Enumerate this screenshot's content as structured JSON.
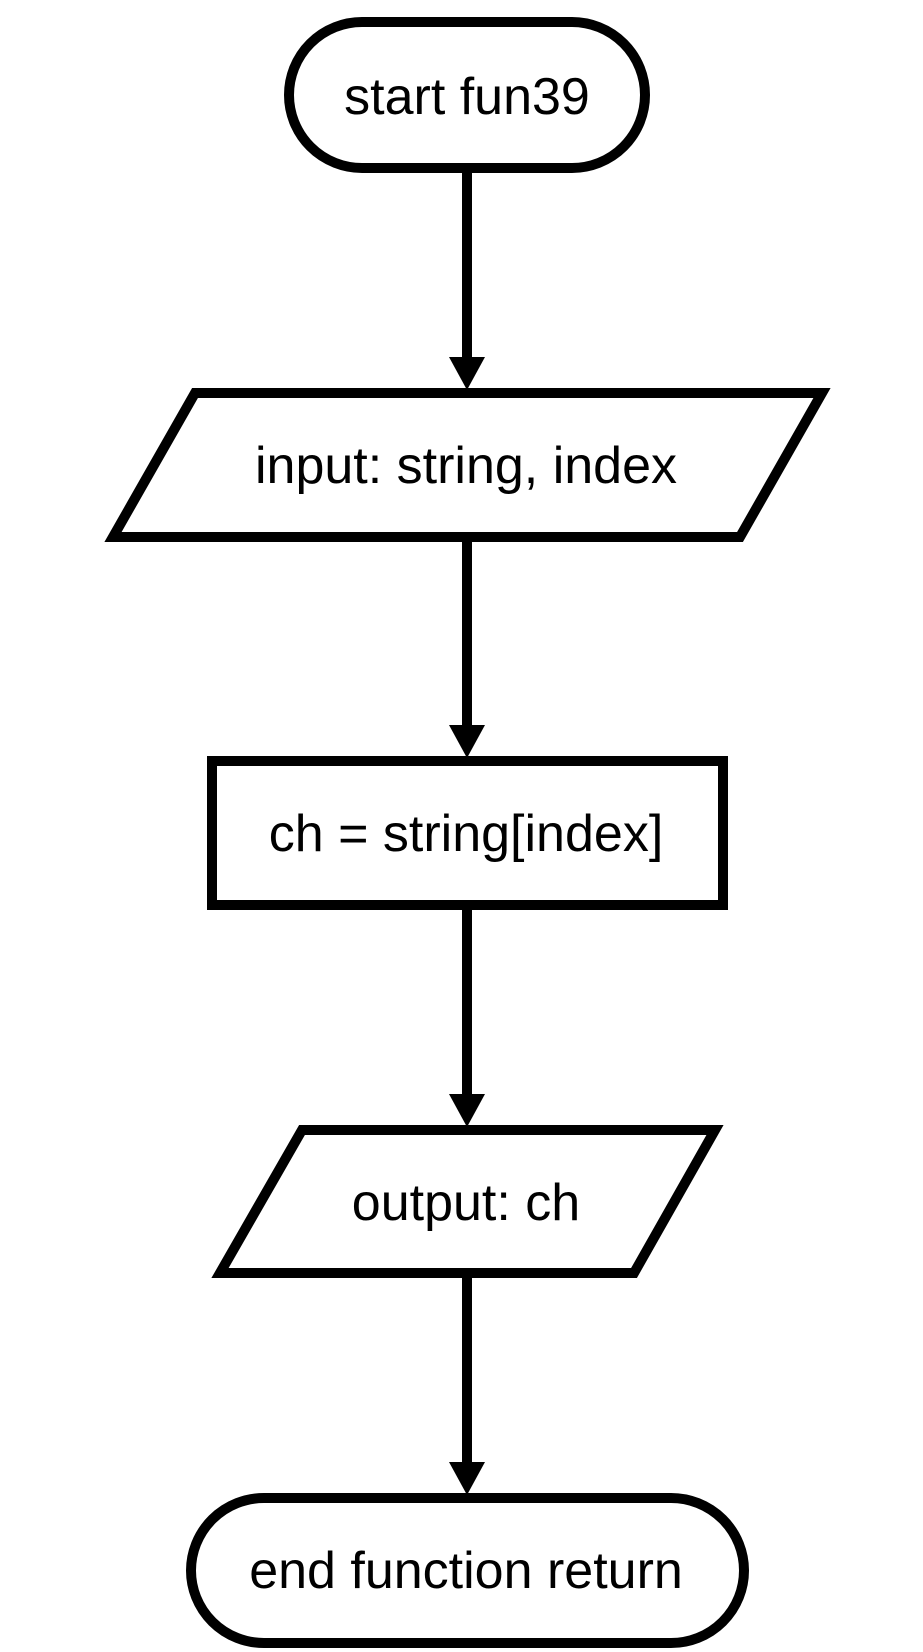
{
  "diagram": {
    "type": "flowchart",
    "colors": {
      "stroke": "#000000",
      "fill": "#ffffff",
      "text": "#000000",
      "background": "#ffffff"
    },
    "nodes": [
      {
        "id": "start",
        "shape": "terminator",
        "label": "start fun39"
      },
      {
        "id": "input",
        "shape": "parallelogram",
        "label": "input: string, index"
      },
      {
        "id": "process",
        "shape": "rectangle",
        "label": "ch = string[index]"
      },
      {
        "id": "output",
        "shape": "parallelogram",
        "label": "output: ch"
      },
      {
        "id": "end",
        "shape": "terminator",
        "label": "end function return"
      }
    ],
    "edges": [
      {
        "from": "start",
        "to": "input"
      },
      {
        "from": "input",
        "to": "process"
      },
      {
        "from": "process",
        "to": "output"
      },
      {
        "from": "output",
        "to": "end"
      }
    ]
  }
}
